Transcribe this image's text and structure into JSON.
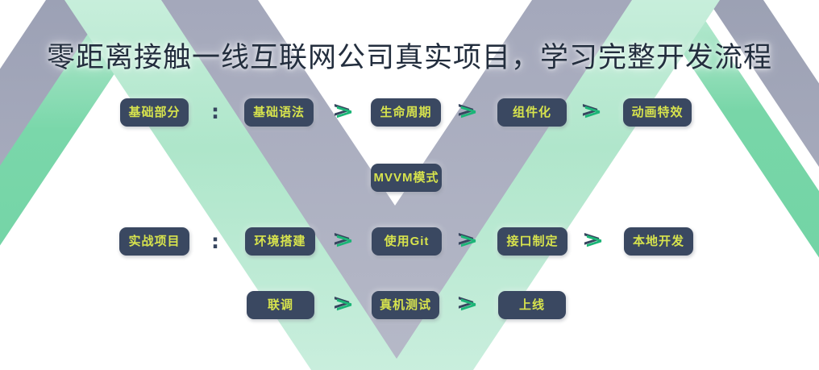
{
  "title": "零距离接触一线互联网公司真实项目，学习完整开发流程",
  "glyphs": {
    "arrow": ">",
    "colon": ":"
  },
  "flow": {
    "basics": {
      "label": "基础部分",
      "steps": [
        "基础语法",
        "生命周期",
        "组件化",
        "动画特效"
      ]
    },
    "basics_extra": {
      "steps": [
        "MVVM模式"
      ]
    },
    "project": {
      "label": "实战项目",
      "steps": [
        "环境搭建",
        "使用Git",
        "接口制定",
        "本地开发"
      ]
    },
    "project_extra": {
      "steps": [
        "联调",
        "真机测试",
        "上线"
      ]
    }
  },
  "colors": {
    "box_background": "#3a4861",
    "box_text": "#d7e34d",
    "arrow_green": "#1cb577",
    "navy": "#36455e",
    "title_text": "#232e3e",
    "ribbon_green": "#6fd2a3",
    "ribbon_green_light": "#c9eedd",
    "ribbon_gray": "#a9adbf"
  }
}
